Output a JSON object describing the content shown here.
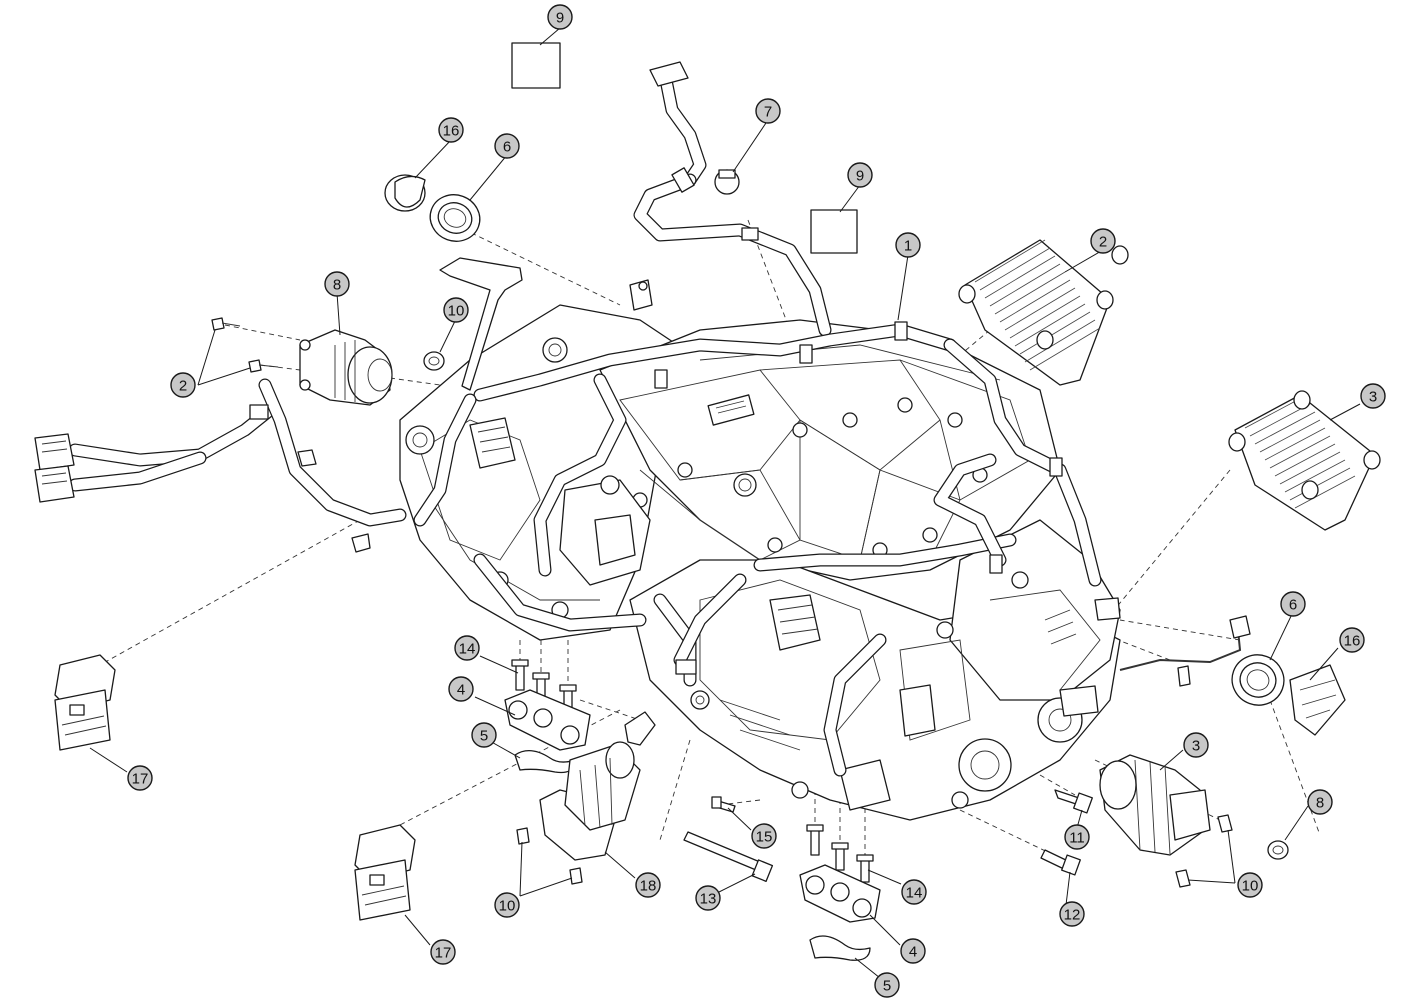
{
  "callouts": [
    {
      "label": "9"
    },
    {
      "label": "16"
    },
    {
      "label": "6"
    },
    {
      "label": "7"
    },
    {
      "label": "9"
    },
    {
      "label": "1"
    },
    {
      "label": "2"
    },
    {
      "label": "3"
    },
    {
      "label": "8"
    },
    {
      "label": "10"
    },
    {
      "label": "2"
    },
    {
      "label": "6"
    },
    {
      "label": "16"
    },
    {
      "label": "14"
    },
    {
      "label": "4"
    },
    {
      "label": "5"
    },
    {
      "label": "17"
    },
    {
      "label": "3"
    },
    {
      "label": "8"
    },
    {
      "label": "11"
    },
    {
      "label": "10"
    },
    {
      "label": "15"
    },
    {
      "label": "18"
    },
    {
      "label": "13"
    },
    {
      "label": "10"
    },
    {
      "label": "14"
    },
    {
      "label": "12"
    },
    {
      "label": "17"
    },
    {
      "label": "4"
    },
    {
      "label": "5"
    }
  ],
  "colors": {
    "callout_fill": "#c8c8c8",
    "line": "#1a1a1a",
    "background": "#ffffff"
  }
}
